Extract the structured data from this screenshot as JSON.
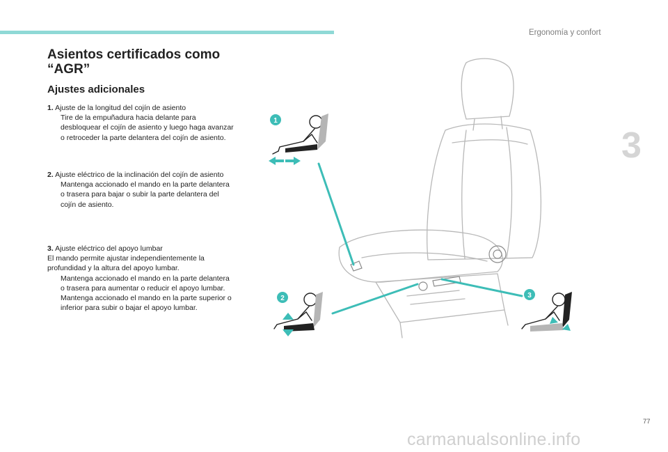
{
  "header": {
    "section_label": "Ergonomía y confort",
    "chapter_number": "3",
    "accent_color": "#8fd9d6"
  },
  "title": "Asientos certificados como “AGR”",
  "subtitle": "Ajustes adicionales",
  "step_marker": "",
  "blocks": [
    {
      "num": "1.",
      "heading": "Ajuste de la longitud del cojín de asiento",
      "steps": [
        "Tire de la empuñadura hacia delante para desbloquear el cojín de asiento y luego haga avanzar o retroceder la parte delantera del cojín de asiento."
      ]
    },
    {
      "num": "2.",
      "heading": "Ajuste eléctrico de la inclinación del cojín de asiento",
      "steps": [
        "Mantenga accionado el mando en la parte delantera o trasera para bajar o subir la parte delantera del cojín de asiento."
      ]
    },
    {
      "num": "3.",
      "heading": "Ajuste eléctrico del apoyo lumbar",
      "text": "El mando permite ajustar independientemente la profundidad y la altura del apoyo lumbar.",
      "steps": [
        "Mantenga accionado el mando en la parte delantera o trasera para aumentar o reducir el apoyo lumbar.",
        "Mantenga accionado el mando en la parte superior o inferior para subir o bajar el apoyo lumbar."
      ]
    }
  ],
  "figure": {
    "callouts": [
      "1",
      "2",
      "3"
    ],
    "accent_color": "#3dbdb7"
  },
  "footer": {
    "page_number": "77",
    "watermark": "carmanualsonline.info"
  }
}
